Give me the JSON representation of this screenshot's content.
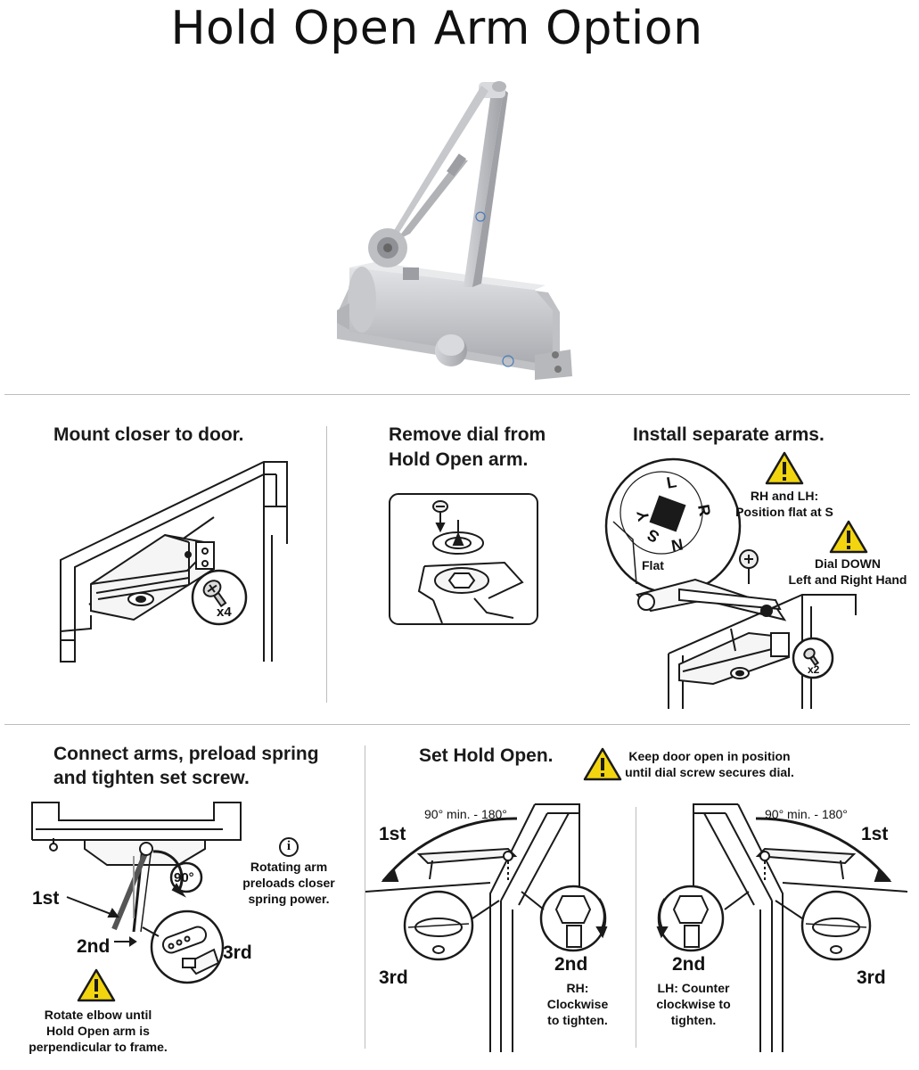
{
  "title": "Hold Open Arm Option",
  "steps": {
    "mount": {
      "heading": "Mount closer to door.",
      "screw_count": "x4"
    },
    "remove_dial": {
      "heading_line1": "Remove dial from",
      "heading_line2": "Hold Open arm."
    },
    "install_arms": {
      "heading": "Install separate arms.",
      "dial_letters": [
        "L",
        "R",
        "N",
        "S",
        "Y"
      ],
      "flat_label": "Flat",
      "warning1_line1": "RH and LH:",
      "warning1_line2": "Position flat at S",
      "warning2_line1": "Dial DOWN",
      "warning2_line2": "Left and Right Hand",
      "screw_count": "x2"
    },
    "connect_arms": {
      "heading_line1": "Connect arms, preload spring",
      "heading_line2": "and tighten set screw.",
      "angle": "90°",
      "info_symbol": "i",
      "info_line1": "Rotating arm",
      "info_line2": "preloads closer",
      "info_line3": "spring power.",
      "label_1st": "1st",
      "label_2nd": "2nd",
      "label_3rd": "3rd",
      "warning_line1": "Rotate elbow until",
      "warning_line2": "Hold Open arm is",
      "warning_line3": "perpendicular to frame."
    },
    "set_hold_open": {
      "heading": "Set Hold Open.",
      "warning_line1": "Keep door open in position",
      "warning_line2": "until dial screw secures dial.",
      "left": {
        "range": "90° min. - 180°",
        "label_1st": "1st",
        "label_2nd": "2nd",
        "label_3rd": "3rd",
        "note_line1": "RH:",
        "note_line2": "Clockwise",
        "note_line3": "to tighten."
      },
      "right": {
        "range": "90° min. - 180°",
        "label_1st": "1st",
        "label_2nd": "2nd",
        "label_3rd": "3rd",
        "note_line1": "LH: Counter",
        "note_line2": "clockwise to",
        "note_line3": "tighten."
      }
    }
  },
  "colors": {
    "warning_yellow": "#f2d50f",
    "line": "#1a1a1a",
    "closer_silver": "#c9cace",
    "divider": "#bdbdbd"
  }
}
